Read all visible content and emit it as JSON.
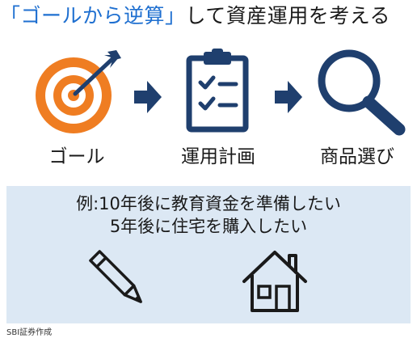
{
  "title": {
    "bracket_open": "「",
    "highlight": "ゴールから逆算",
    "bracket_close": "」",
    "rest": "して資産運用を考える"
  },
  "steps": [
    {
      "label": "ゴール",
      "icon": "target-icon"
    },
    {
      "label": "運用計画",
      "icon": "clipboard-checklist-icon"
    },
    {
      "label": "商品選び",
      "icon": "magnifier-icon"
    }
  ],
  "panel": {
    "line1": "例:10年後に教育資金を準備したい",
    "line2": "5年後に住宅を購入したい",
    "icons": [
      "pencil-icon",
      "house-icon"
    ]
  },
  "source": "SBI証券作成",
  "colors": {
    "accent_blue": "#1e6fd0",
    "navy": "#1f3f6e",
    "orange": "#ef7d22",
    "panel_bg": "#dce8f4"
  }
}
